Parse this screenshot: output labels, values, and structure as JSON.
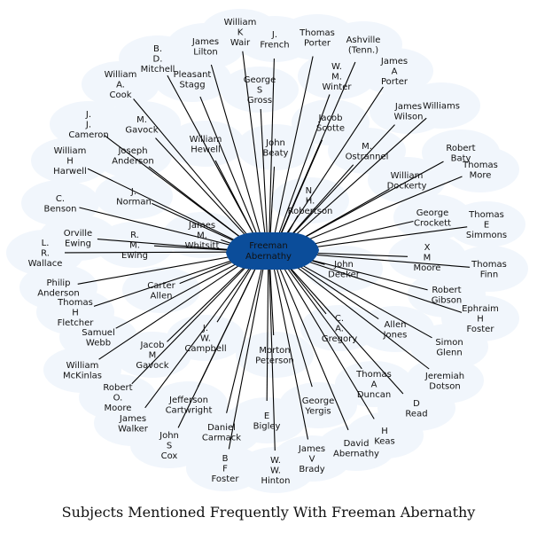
{
  "center": {
    "label": "Freeman Abernathy"
  },
  "caption": "Subjects Mentioned Frequently With Freeman Abernathy",
  "colors": {
    "center_fill": "#0b4d9a",
    "halo": "#f1f6fc",
    "edge": "#000000",
    "text": "#111111"
  },
  "nodes": [
    "William K Wair",
    "J. French",
    "Thomas Porter",
    "Ashville (Tenn.)",
    "James Lilton",
    "B. D. Mitchell",
    "James A Porter",
    "W. M. Winter",
    "George S Gross",
    "Pleasant Stagg",
    "Williams",
    "James Wilson",
    "William A. Cook",
    "Jacob Scotte",
    "M. Gavock",
    "J. J. Cameron",
    "M. Ostrannel",
    "John Beaty",
    "William Hewell",
    "Joseph Anderson",
    "William H Harwell",
    "Robert Baty",
    "Thomas More",
    "William Dockerty",
    "N. H. Robertson",
    "J. Norman",
    "C. Benson",
    "George Crockett",
    "Thomas E Simmons",
    "James M. Whitsitt",
    "Orville Ewing",
    "R. M. Ewing",
    "L. R. Wallace",
    "X M Moore",
    "Thomas Finn",
    "John Deeker",
    "Philip Anderson",
    "Carter Allen",
    "Robert Gibson",
    "Thomas H Fletcher",
    "Ephraim H Foster",
    "C. A. Gregory",
    "Allen Jones",
    "J. W. Campbell",
    "Samuel Webb",
    "Simon Glenn",
    "Jacob M Gavock",
    "Morton Peterson",
    "William McKinlas",
    "Thomas A Duncan",
    "Jeremiah Dotson",
    "Robert O. Moore",
    "George Yergis",
    "D Read",
    "Jefferson Cartwright",
    "James Walker",
    "E Bigley",
    "H Keas",
    "David Abernathy",
    "Daniel Carmack",
    "John S Cox",
    "James V Brady",
    "B F Foster",
    "W. W. Hinton"
  ]
}
